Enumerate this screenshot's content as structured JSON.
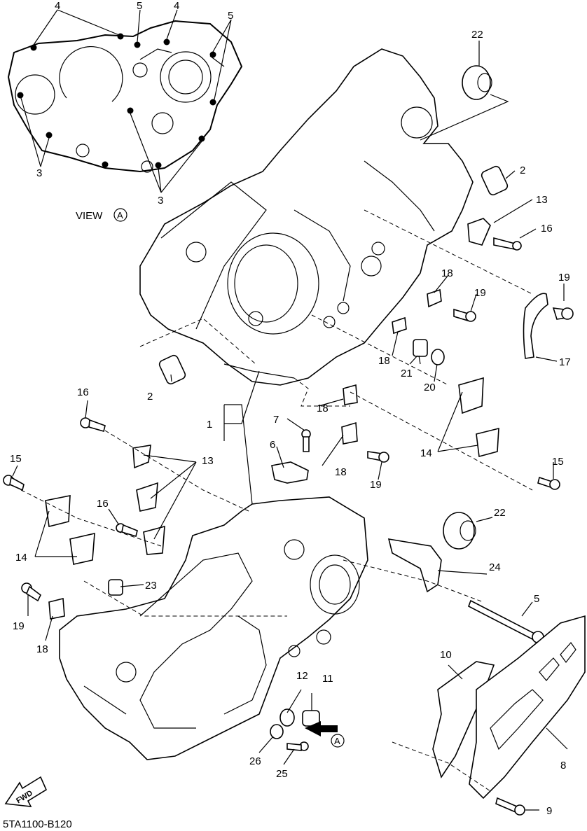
{
  "labels": {
    "view_text": "VIEW",
    "view_letter": "A",
    "arrow_letter": "A",
    "fwd_text": "FWD",
    "code": "5TA1100-B120",
    "callouts": {
      "n1": "1",
      "n2a": "2",
      "n2b": "2",
      "n3a": "3",
      "n3b": "3",
      "n4a": "4",
      "n4b": "4",
      "n5a": "5",
      "n5b": "5",
      "n5c": "5",
      "n6": "6",
      "n7": "7",
      "n8": "8",
      "n9": "9",
      "n10": "10",
      "n11": "11",
      "n12": "12",
      "n13a": "13",
      "n13b": "13",
      "n14a": "14",
      "n14b": "14",
      "n15a": "15",
      "n15b": "15",
      "n16a": "16",
      "n16b": "16",
      "n16c": "16",
      "n17": "17",
      "n18a": "18",
      "n18b": "18",
      "n18c": "18",
      "n18d": "18",
      "n18e": "18",
      "n19a": "19",
      "n19b": "19",
      "n19c": "19",
      "n19d": "19",
      "n20": "20",
      "n21": "21",
      "n22a": "22",
      "n22b": "22",
      "n23": "23",
      "n24": "24",
      "n25": "25",
      "n26": "26"
    }
  },
  "colors": {
    "line": "#000000",
    "background": "#ffffff"
  }
}
